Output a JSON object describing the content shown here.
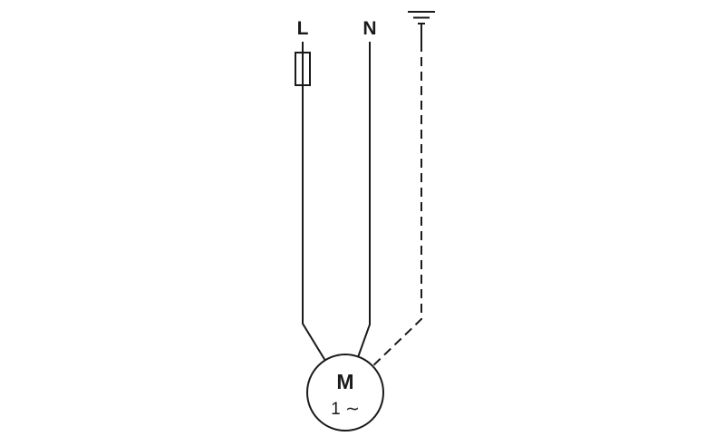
{
  "diagram": {
    "labels": {
      "phase_line": "L",
      "neutral_line": "N",
      "motor": "M",
      "motor_phase": "1 ∼"
    },
    "icons": {
      "ground": "earth-ground-icon",
      "fuse": "fuse-icon",
      "motor": "motor-circle-symbol"
    },
    "colors": {
      "line": "#1a1a1a",
      "background": "#ffffff"
    }
  }
}
